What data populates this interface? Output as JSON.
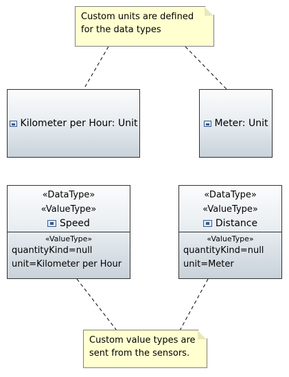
{
  "notes": {
    "top": {
      "lines": [
        "Custom units are defined",
        "for the data types"
      ]
    },
    "bottom": {
      "lines": [
        "Custom value types are",
        "sent from the sensors."
      ]
    }
  },
  "units": {
    "kmh": {
      "label": "Kilometer per Hour: Unit",
      "icon": "unit-icon"
    },
    "meter": {
      "label": "Meter: Unit",
      "icon": "unit-icon"
    }
  },
  "types": {
    "speed": {
      "stereotype1": "«DataType»",
      "stereotype2": "«ValueType»",
      "name": "Speed",
      "section": "«ValueType»",
      "props": [
        "quantityKind=null",
        "unit=Kilometer per Hour"
      ]
    },
    "distance": {
      "stereotype1": "«DataType»",
      "stereotype2": "«ValueType»",
      "name": "Distance",
      "section": "«ValueType»",
      "props": [
        "quantityKind=null",
        "unit=Meter"
      ]
    }
  },
  "colors": {
    "note_fill": "#ffffd0",
    "note_border": "#808080",
    "block_border": "#2f2f2f",
    "block_gradient_top": "#fbfcfd",
    "block_gradient_bottom": "#c9d2da",
    "connector": "#000000"
  }
}
